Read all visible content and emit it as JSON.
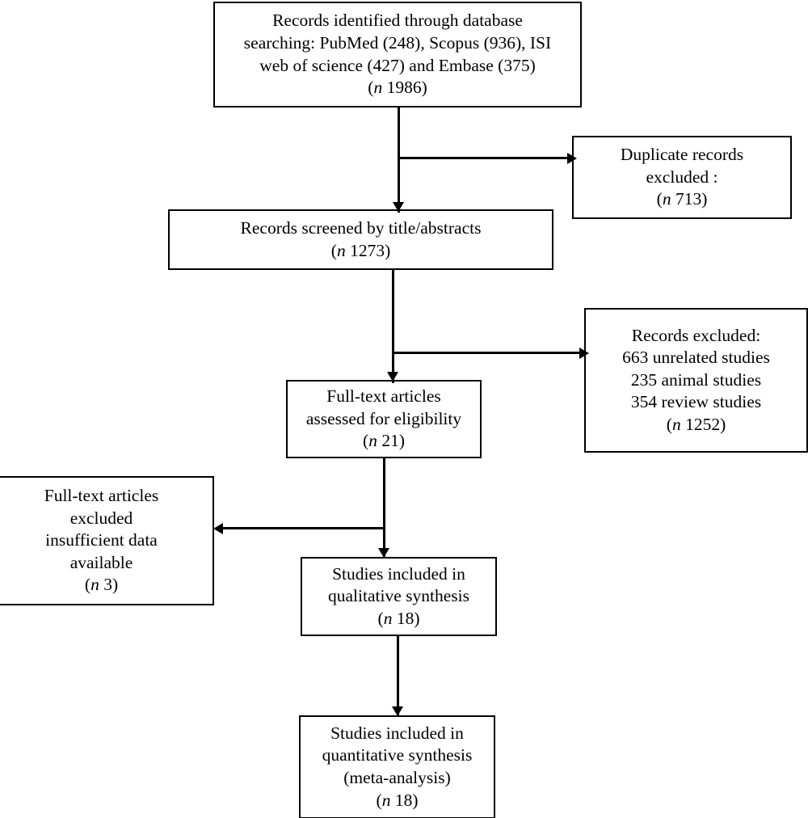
{
  "diagram": {
    "title": "PRISMA study selection flow diagram",
    "background_color": "#ffffff",
    "line_color": "#000000"
  },
  "nodes": {
    "records_identified": {
      "name": "records-identified-box",
      "lines": [
        "Records identified through database",
        "searching: PubMed (248), Scopus (936), ISI",
        "web of science (427) and Embase (375)"
      ],
      "count_prefix": "(",
      "count_italic": "n",
      "count_value": " 1986)",
      "n": 1986
    },
    "duplicates_excluded": {
      "name": "duplicate-records-excluded-box",
      "lines": [
        "Duplicate records",
        "excluded :"
      ],
      "count_prefix": "(",
      "count_italic": "n",
      "count_value": " 713)",
      "n": 713
    },
    "records_screened": {
      "name": "records-screened-box",
      "lines": [
        "Records screened by title/abstracts"
      ],
      "count_prefix": "(",
      "count_italic": "n",
      "count_value": " 1273)",
      "n": 1273
    },
    "records_excluded": {
      "name": "records-excluded-box",
      "lines": [
        "Records excluded:",
        "663 unrelated studies",
        "235 animal studies",
        "354 review studies"
      ],
      "count_prefix": "(",
      "count_italic": "n",
      "count_value": " 1252)",
      "n": 1252
    },
    "fulltext_assessed": {
      "name": "fulltext-assessed-box",
      "lines": [
        "Full-text articles",
        "assessed for eligibility"
      ],
      "count_prefix": "(",
      "count_italic": "n",
      "count_value": " 21)",
      "n": 21
    },
    "fulltext_excluded": {
      "name": "fulltext-excluded-box",
      "lines": [
        "Full-text articles",
        "excluded",
        "insufficient data",
        "available"
      ],
      "count_prefix": "(",
      "count_italic": "n",
      "count_value": " 3)",
      "n": 3
    },
    "qualitative": {
      "name": "qualitative-synthesis-box",
      "lines": [
        "Studies included in",
        "qualitative synthesis"
      ],
      "count_prefix": "(",
      "count_italic": "n",
      "count_value": " 18)",
      "n": 18
    },
    "quantitative": {
      "name": "quantitative-synthesis-box",
      "lines": [
        "Studies included in",
        "quantitative synthesis",
        "(meta-analysis)"
      ],
      "count_prefix": "(",
      "count_italic": "n",
      "count_value": " 18)",
      "n": 18
    }
  },
  "connectors": [
    {
      "id": "identified-to-screened",
      "direction": "down"
    },
    {
      "id": "identified-to-duplicates",
      "direction": "right"
    },
    {
      "id": "screened-to-fulltext",
      "direction": "down"
    },
    {
      "id": "screened-to-excluded",
      "direction": "right"
    },
    {
      "id": "fulltext-to-qualitative",
      "direction": "down"
    },
    {
      "id": "fulltext-to-fulltext-excluded",
      "direction": "left"
    },
    {
      "id": "qualitative-to-quantitative",
      "direction": "down"
    }
  ]
}
